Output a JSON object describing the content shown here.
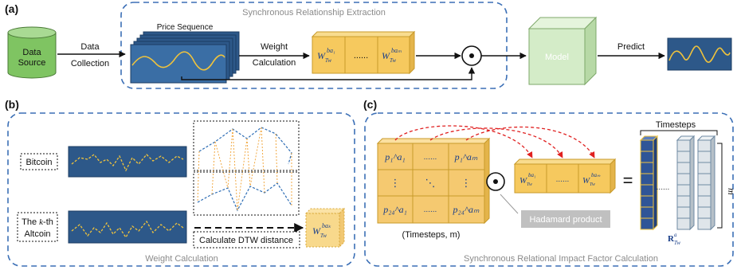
{
  "panel_labels": {
    "a": "(a)",
    "b": "(b)",
    "c": "(c)"
  },
  "section_a": {
    "title": "Synchronous Relationship Extraction",
    "data_source": [
      "Data",
      "Source"
    ],
    "data_collection": [
      "Data",
      "Collection"
    ],
    "price_sequence": "Price Sequence",
    "weight_calculation": [
      "Weight",
      "Calculation"
    ],
    "weight_first": "W",
    "weight_first_sub": "Tw",
    "weight_first_sup": "ba₁",
    "weight_dots": "......",
    "weight_last_sup": "baₘ",
    "hadamard_symbol": "⊙",
    "model": "Model",
    "predict": "Predict"
  },
  "section_b": {
    "title": "Weight Calculation",
    "bitcoin": "Bitcoin",
    "altcoin_line1_pre": "The ",
    "altcoin_line1_var": "k",
    "altcoin_line1_post": "-th",
    "altcoin_line2": "Altcoin",
    "dtw": "Calculate DTW distance",
    "weight_sup": "baₖ"
  },
  "section_c": {
    "title": "Synchronous Relational Impact Factor Calculation",
    "matrix_caption": "(Timesteps, m)",
    "matrix_cells": [
      "p₁^a₁",
      "......",
      "p₁^aₘ",
      "⋮",
      "⋱",
      "⋮",
      "p₂₄^a₁",
      "......",
      "p₂₄^aₘ"
    ],
    "hadamard_symbol": "⊙",
    "hadamard_label": "Hadamard product",
    "equals": "=",
    "timesteps": "Timesteps",
    "m": "m",
    "result_label": "R",
    "result_dots": "......"
  },
  "colors": {
    "dashed_border": "#3b6fb6",
    "cylinder": "#7fc462",
    "price_panel": "#2d5889",
    "weight_cell": "#f6c95e",
    "model_face": "#d4ecc8",
    "grid_cell": "#f5c970",
    "blue_cell": "#2f5597",
    "gray_cell": "#dfe5ea",
    "red_arrow": "#e02020",
    "hadamard_box": "#c0c0c0"
  }
}
